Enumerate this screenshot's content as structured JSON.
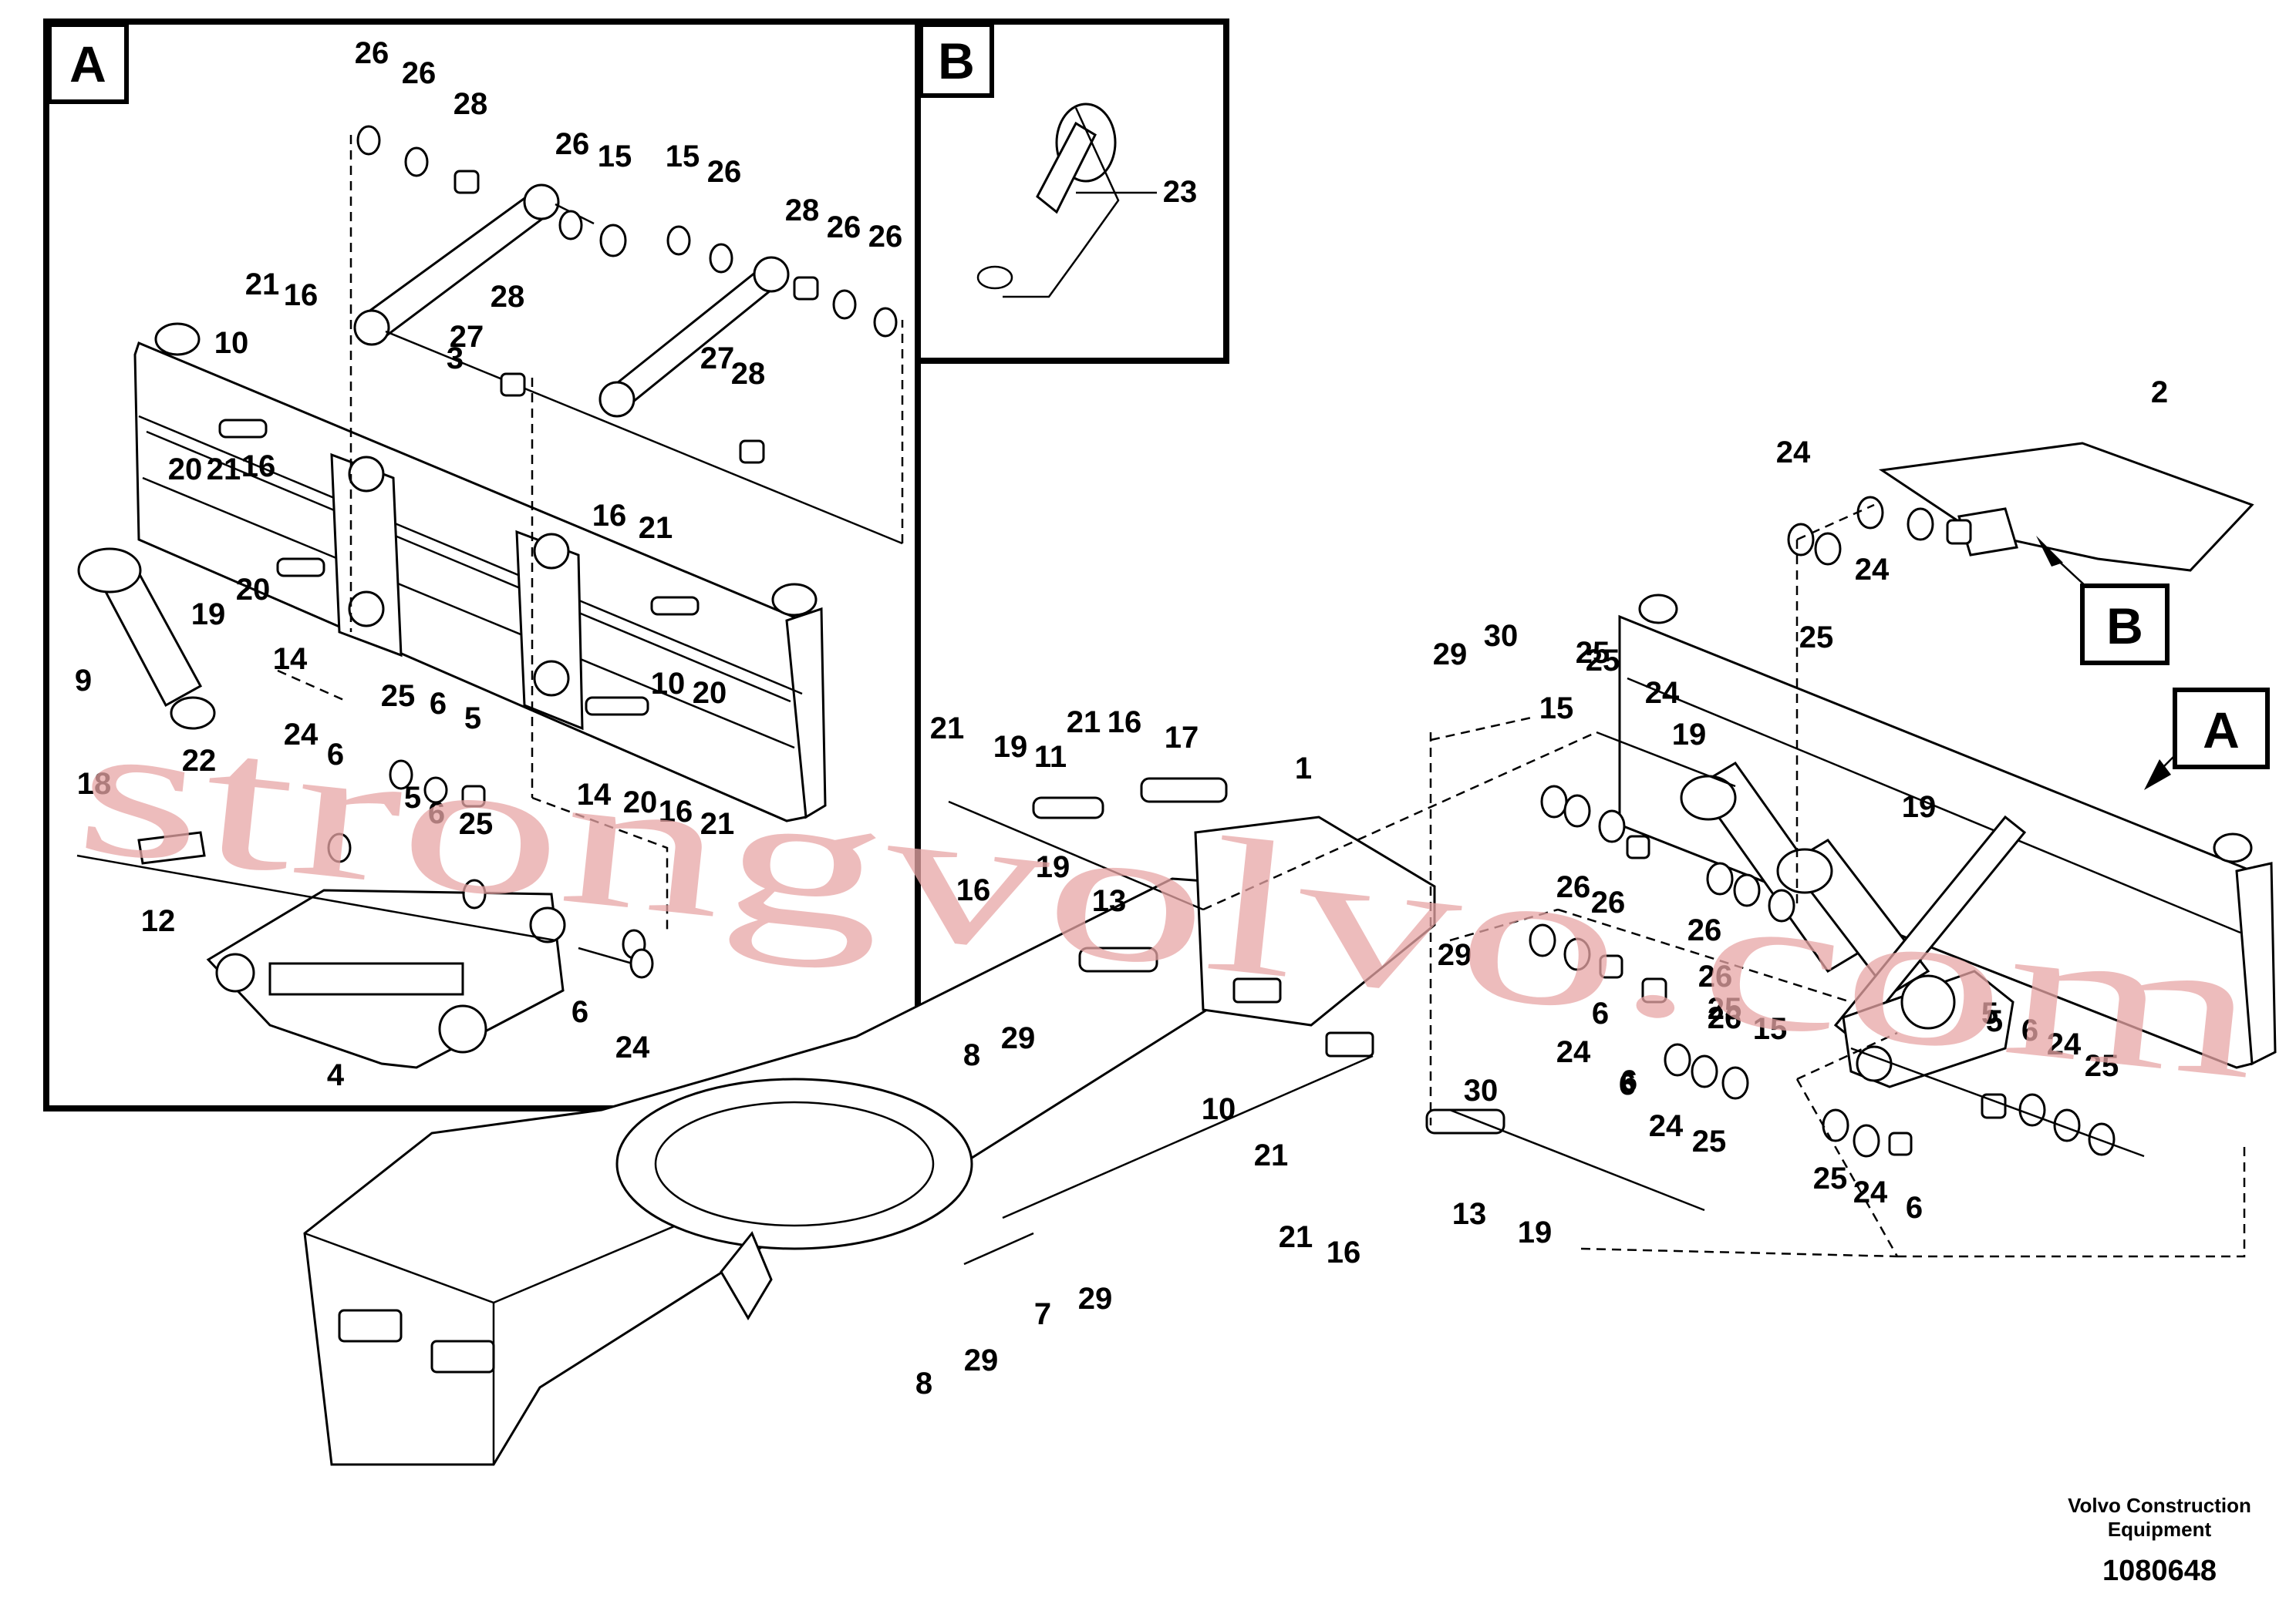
{
  "panels": {
    "a": {
      "letter": "A"
    },
    "b": {
      "letter": "B"
    }
  },
  "callout_letters": {
    "b": "B",
    "a": "A"
  },
  "watermark": "strongvolvo.com",
  "footer": {
    "company_line1": "Volvo Construction",
    "company_line2": "Equipment",
    "drawing_number": "1080648"
  },
  "labels_a": [
    "26",
    "26",
    "28",
    "26",
    "15",
    "15",
    "26",
    "28",
    "26",
    "26",
    "21",
    "16",
    "10",
    "28",
    "27",
    "3",
    "28",
    "27",
    "20",
    "21",
    "16",
    "16",
    "21",
    "9",
    "19",
    "20",
    "14",
    "10",
    "20",
    "25",
    "6",
    "5",
    "24",
    "6",
    "5",
    "6",
    "25",
    "14",
    "20",
    "16",
    "21",
    "18",
    "22",
    "12",
    "4",
    "6",
    "24"
  ],
  "label_b": "23",
  "labels_main": [
    "2",
    "24",
    "24",
    "25",
    "25",
    "29",
    "30",
    "15",
    "25",
    "24",
    "19",
    "19",
    "21",
    "19",
    "21",
    "16",
    "17",
    "11",
    "1",
    "16",
    "19",
    "13",
    "8",
    "29",
    "10",
    "29",
    "30",
    "21",
    "21",
    "16",
    "13",
    "19",
    "7",
    "29",
    "8",
    "29",
    "26",
    "26",
    "26",
    "6",
    "26",
    "25",
    "5",
    "24",
    "6",
    "26",
    "15",
    "5",
    "6",
    "24",
    "25",
    "6",
    "24",
    "25",
    "25",
    "24",
    "6"
  ]
}
